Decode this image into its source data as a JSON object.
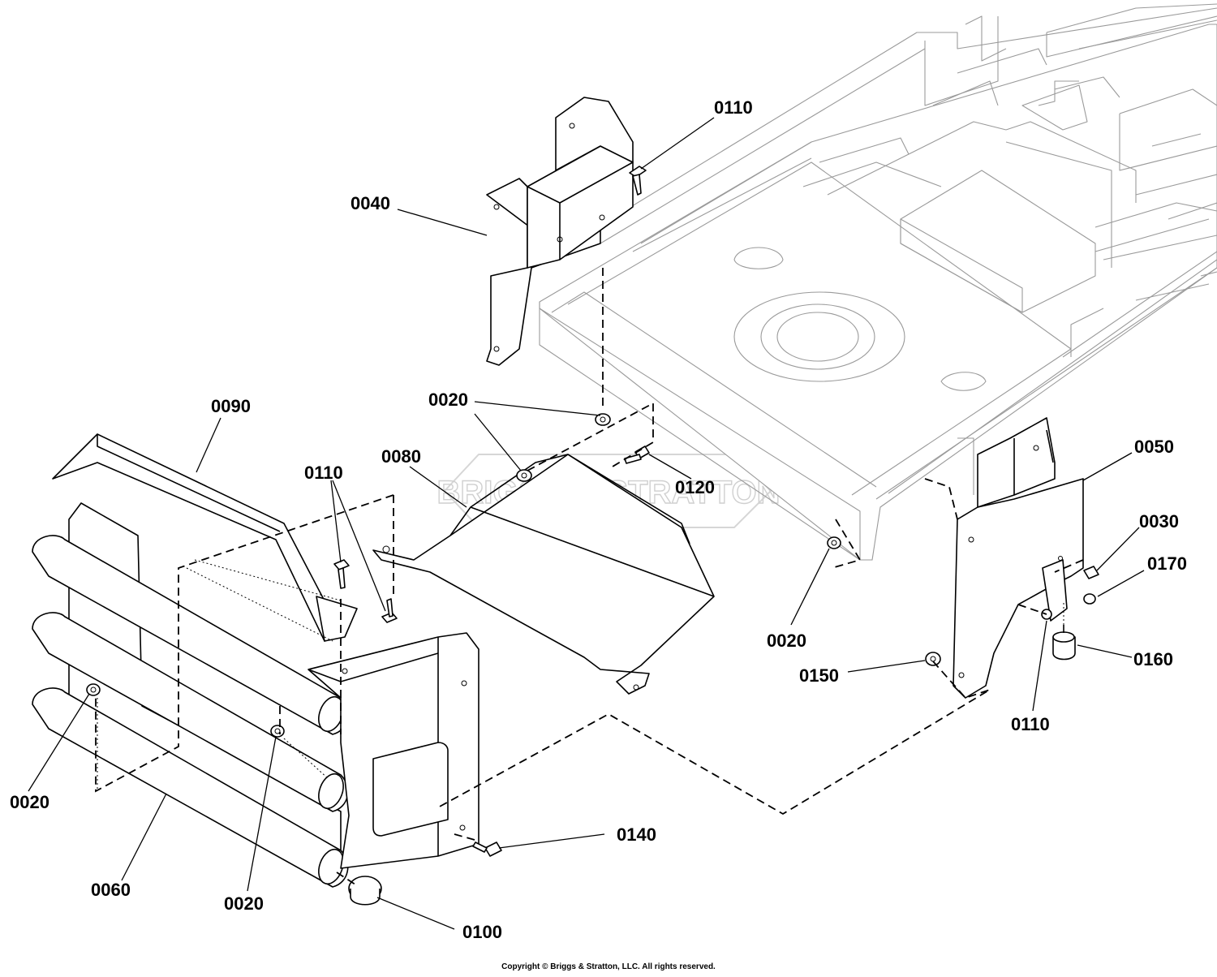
{
  "callouts": {
    "c0110_top": "0110",
    "c0040": "0040",
    "c0020_center": "0020",
    "c0090": "0090",
    "c0110_left": "0110",
    "c0080": "0080",
    "c0120": "0120",
    "c0050": "0050",
    "c0030": "0030",
    "c0170": "0170",
    "c0020_right": "0020",
    "c0160": "0160",
    "c0150": "0150",
    "c0110_right": "0110",
    "c0020_left": "0020",
    "c0060": "0060",
    "c0020_bottom": "0020",
    "c0140": "0140",
    "c0100": "0100"
  },
  "watermark": "BRIGGS & STRATTON",
  "copyright": "Copyright © Briggs & Stratton, LLC. All rights reserved."
}
